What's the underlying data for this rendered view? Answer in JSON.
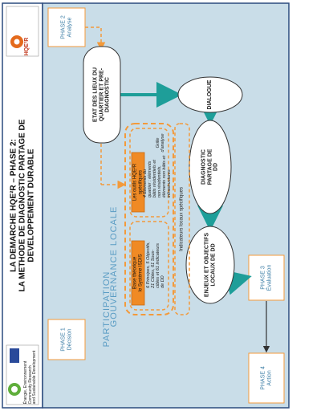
{
  "title": {
    "line1": "LA DEMARCHE HQE²R – PHASE 2:",
    "line2": "LA METHODE DE DIAGNOSTIC PARTAGE DE",
    "line3": "DEVELOPPEMENT DURABLE"
  },
  "logos": {
    "hqe2r": "HQE²R",
    "eu_line1": "Énergie, Environnement",
    "eu_line2": "Community Research",
    "eu_line3": "and Sustainable Development"
  },
  "phases": {
    "p1": "PHASE 1\nDécision",
    "p2": "PHASE 2\nAnalyse",
    "p3": "PHASE 3\nÉvaluation",
    "p4": "PHASE 4\nAction"
  },
  "nodes": {
    "etat": "ETAT DES LIEUX DU\nQUARTIER ET PRE-\nDIAGNOSTIC",
    "dialogue": "DIALOGUE",
    "diagnostic": "DIAGNOSTIC\nPARTAGE DE\nDD",
    "enjeux": "ENJEUX ET OBJECTIFS\nLOCAUX DE DD"
  },
  "tools": {
    "base": "Base théorique\nle Système ISDIS",
    "base_desc": "6 Principes, 5 Objectifs,\n21 Cibles, 61 Sous-\ncibles et 61 indicateurs\nde DD",
    "outils": "Les outils HQE²R\nspécifiques",
    "outils_desc": "4 Elements du\nquartier : éléments\nbâtis résidentiels et\nnon résidentiels,\néléments non bâtis et\ninfrastructures",
    "grille": "Grille\nd'analyse",
    "indicateurs": "Indicateurs locaux spécifiques"
  },
  "labels": {
    "participation": "PARTICIPATION",
    "gouvernance": "GOUVERNANCE LOCALE"
  },
  "colors": {
    "slide_bg": "#c9dde8",
    "frame": "#2b4b7e",
    "orange": "#f39a3b",
    "orange_fill": "#f08a24",
    "teal": "#1e9e99",
    "phase_text": "#3a7ca5"
  }
}
